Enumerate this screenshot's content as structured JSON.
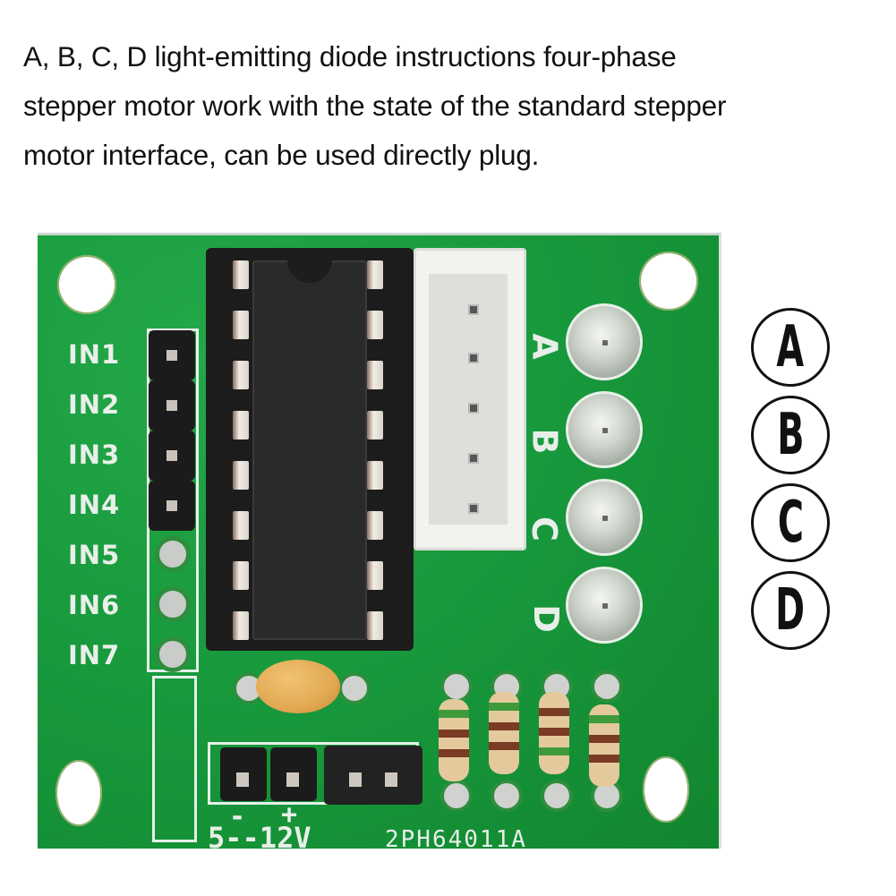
{
  "caption": {
    "lines": [
      "A, B, C, D light-emitting diode instructions four-phase",
      "stepper motor work with the state of the standard stepper",
      "motor interface, can be used directly plug."
    ]
  },
  "board": {
    "color": "#179a3c",
    "input_labels": [
      "IN1",
      "IN2",
      "IN3",
      "IN4",
      "IN5",
      "IN6",
      "IN7"
    ],
    "connector_letters": [
      "A",
      "B",
      "C",
      "D"
    ],
    "power_polarity": {
      "minus": "-",
      "plus": "+"
    },
    "voltage_label": "5--12V",
    "model_label": "2PH64011A"
  },
  "led_legend": {
    "labels": [
      "A",
      "B",
      "C",
      "D"
    ]
  }
}
